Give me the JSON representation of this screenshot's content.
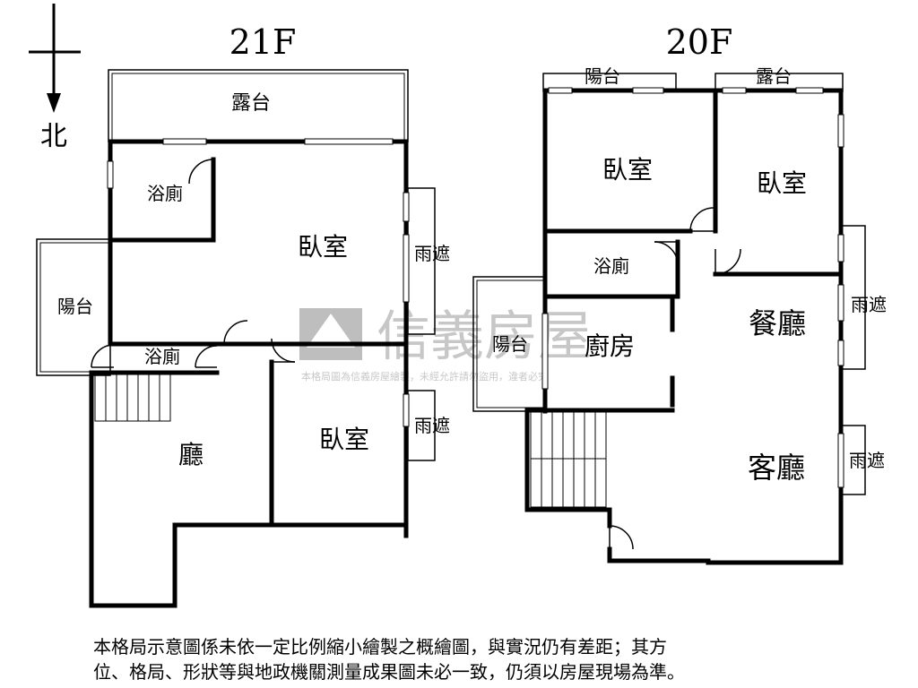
{
  "compass": {
    "north_label": "北"
  },
  "floors": [
    {
      "id": "21f",
      "title": "21F",
      "rooms": {
        "terrace": "露台",
        "bath_upper": "浴廁",
        "bedroom_main": "臥室",
        "canopy_upper": "雨遮",
        "balcony": "陽台",
        "bath_lower": "浴廁",
        "hall": "廳",
        "bedroom_lower": "臥室",
        "canopy_lower": "雨遮"
      }
    },
    {
      "id": "20f",
      "title": "20F",
      "rooms": {
        "balcony_top": "陽台",
        "terrace_top": "露台",
        "bedroom_left": "臥室",
        "bedroom_right": "臥室",
        "bath": "浴廁",
        "kitchen": "廚房",
        "dining": "餐廳",
        "canopy_dining": "雨遮",
        "balcony_side": "陽台",
        "living": "客廳",
        "canopy_living": "雨遮"
      }
    }
  ],
  "watermark": {
    "brand": "信義房屋",
    "notice": "本格局圖為信義房屋繪製，未經允許請勿盜用，違者必究"
  },
  "footer_note": {
    "line1": "本格局示意圖係未依一定比例縮小繪製之概繪圖，與實況仍有差距；其方",
    "line2": "位、格局、形狀等與地政機關測量成果圖未必一致，仍須以房屋現場為準。"
  }
}
